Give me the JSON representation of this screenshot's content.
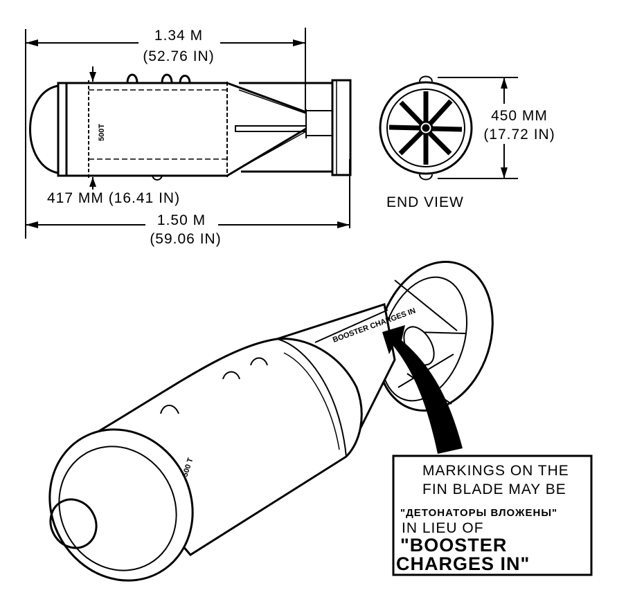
{
  "side_view": {
    "overall_length_m": "1.34 M",
    "overall_length_in": "(52.76 IN)",
    "total_length_m": "1.50 M",
    "total_length_in": "(59.06 IN)",
    "diameter": "417 MM (16.41 IN)",
    "body_marking": "500T"
  },
  "end_view": {
    "title": "END VIEW",
    "height_mm": "450 MM",
    "height_in": "(17.72 IN)"
  },
  "perspective": {
    "fin_marking": "BOOSTER CHARGES IN",
    "body_marking": "500 T"
  },
  "callout": {
    "line1": "MARKINGS ON THE",
    "line2": "FIN BLADE MAY BE",
    "cyrillic": "\"ДЕТОНАТОРЫ ВЛОЖЕНЫ\"",
    "line4": "IN LIEU OF",
    "quote_line1": "\"BOOSTER",
    "quote_line2": "CHARGES IN\""
  }
}
